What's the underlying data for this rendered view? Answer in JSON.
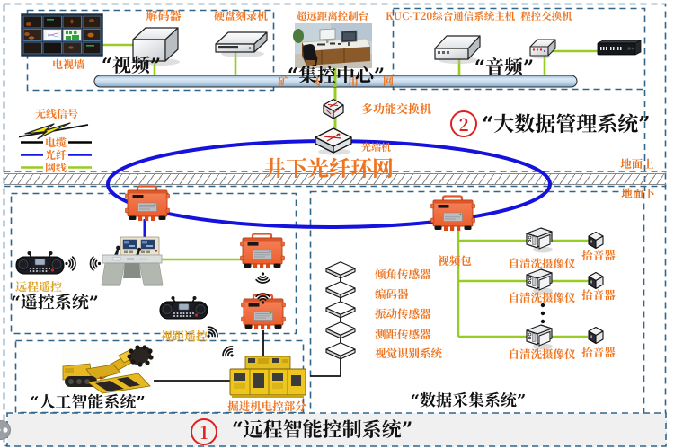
{
  "colors": {
    "label_orange": "#ee7420",
    "label_gold": "#dfa226",
    "heading_black": "#111111",
    "dash_blue": "#31658a",
    "line_green": "#99cc22",
    "line_blue": "#1617e3",
    "ring_blue": "#1412dc",
    "circle_red": "#e02020"
  },
  "top": {
    "tv_wall": "电视墙",
    "decoder": "解码器",
    "recorder": "硬盘刻录机",
    "video_title": "“视频”",
    "console_label": "超远距离控制台",
    "control_center": "“集控中心”",
    "host_label": "KUC-T20综合通信系统主机",
    "pbx_label": "程控交换机",
    "audio_title": "“音频”",
    "bus_label": "矿专用网"
  },
  "legend": {
    "title": "无线信号",
    "cable": "电缆",
    "fiber": "光纤",
    "ethernet": "网线"
  },
  "middle": {
    "multi_switch": "多功能交换机",
    "optical": "光端机",
    "ring": "井下光纤环网",
    "bigdata_num": "2",
    "bigdata_label": "“大数据管理系统”",
    "ground_above": "地面上",
    "ground_below": "地面下"
  },
  "remote": {
    "wireless_far": "远程遥控",
    "title": "“遥控系统”",
    "wireless_near": "视距遥控"
  },
  "ai": {
    "title": "“人工智能系统”",
    "machine_label": "掘进机电控部分"
  },
  "acq": {
    "video_pack": "视频包",
    "sensors": [
      "倾角传感器",
      "编码器",
      "振动传感器",
      "测距传感器",
      "视觉识别系统"
    ],
    "cameras": [
      {
        "camera": "自清洗摄像仪",
        "pickup": "拾音器"
      },
      {
        "camera": "自清洗摄像仪",
        "pickup": "拾音器"
      },
      {
        "camera": "自清洗摄像仪",
        "pickup": "拾音器"
      }
    ],
    "title": "“数据采集系统”"
  },
  "banner": {
    "num": "1",
    "label": "“远程智能控制系统”"
  }
}
